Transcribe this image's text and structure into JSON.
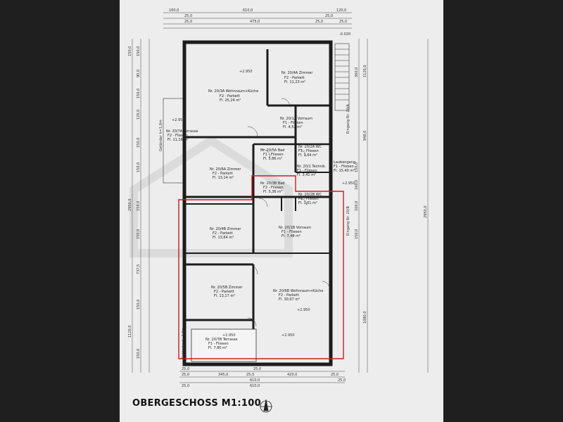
{
  "title": "OBERGESCHOSS M1:100",
  "rooms": [
    {
      "id": "wohnkueche_top",
      "name": "Nr. 20/3A Wohnraum+Küche",
      "floor": "F2 - Parkett",
      "area": "Fl. 25,24 m²"
    },
    {
      "id": "zimmer_top",
      "name": "Nr. 20/4A Zimmer",
      "floor": "F2 - Parkett",
      "area": "Fl. 11,23 m²"
    },
    {
      "id": "vorraum_top",
      "name": "Nr. 20/1A Vorraum",
      "floor": "F1 - Fliesen",
      "area": "Fl. 4,52 m²"
    },
    {
      "id": "terrasse_top",
      "name": "Nr. 20/7A Terrasse",
      "floor": "F2 - Fliesen",
      "area": "Fl. 11,16 m²"
    },
    {
      "id": "zimmer_mid",
      "name": "Nr. 20/6A Zimmer",
      "floor": "F2 - Parkett",
      "area": "Fl. 13,14 m²"
    },
    {
      "id": "bad_top",
      "name": "Nr. 20/5A Bad",
      "floor": "F1 - Fliesen",
      "area": "Fl. 5,86 m²"
    },
    {
      "id": "wc_top",
      "name": "Nr. 20/2A WC",
      "floor": "F1 - Fliesen",
      "area": "Fl. 1,64 m²"
    },
    {
      "id": "laubengang",
      "name": "Laubengang",
      "floor": "F1 - Fliesen",
      "area": "Fl. 15,40 m²"
    },
    {
      "id": "technik",
      "name": "Nr. 20/1 Technik",
      "floor": "F1 - Fliesen",
      "area": "Fl. 3,41 m²"
    },
    {
      "id": "bad_b",
      "name": "Nr. 20/3B Bad",
      "floor": "F2 - Fliesen",
      "area": "Fl. 5,36 m²"
    },
    {
      "id": "wc_b",
      "name": "Nr. 20/2B WC",
      "floor": "F1 - Fliesen",
      "area": "Fl. 1,61 m²"
    },
    {
      "id": "zimmer_b",
      "name": "Nr. 20/4B Zimmer",
      "floor": "F2 - Parkett",
      "area": "Fl. 13,64 m²"
    },
    {
      "id": "vorraum_b",
      "name": "Nr. 20/1B Vorraum",
      "floor": "F1 - Fliesen",
      "area": "Fl. 7,48 m²"
    },
    {
      "id": "zimmer_b2",
      "name": "Nr. 20/5B Zimmer",
      "floor": "F2 - Parkett",
      "area": "Fl. 13,17 m²"
    },
    {
      "id": "wohnkueche_b",
      "name": "Nr. 20/6B Wohnraum+Küche",
      "floor": "F2 - Parkett",
      "area": "Fl. 30,97 m²"
    },
    {
      "id": "terrasse_b",
      "name": "Nr. 20/7B Terrasse",
      "floor": "F1 - Fliesen",
      "area": "Fl. 7,80 m²"
    }
  ],
  "dims_top": [
    "160,0",
    "610,0",
    "120,0",
    "25,0",
    "25,0",
    "475,0",
    "25,0",
    "25,0",
    "25,0"
  ],
  "dims_bottom": [
    "25,0",
    "25,0",
    "345,0",
    "25,0",
    "25,0",
    "420,0",
    "25,0",
    "610,0",
    "25,0",
    "610,0",
    "25,0"
  ],
  "dims_left": [
    "150,0",
    "150,0",
    "90,0",
    "150,0",
    "120,0",
    "150,0",
    "150,0",
    "150,0",
    "150,0",
    "2950,0",
    "737,5",
    "150,0",
    "1120,0",
    "150,0"
  ],
  "dims_right": [
    "1120,0",
    "948,0",
    "360,0",
    "150,0",
    "160,0",
    "160,0",
    "150,0",
    "1080,0",
    "2950,0"
  ],
  "levels": [
    "+2.950",
    "+2.950",
    "+2.950",
    "+2.950",
    "+2.950",
    "+2.950",
    "-0.020"
  ],
  "labels": {
    "eingang_top": "Eingang Nr. 20/A",
    "eingang_bottom": "Eingang Nr. 20/B",
    "gelaender_top": "Geländer h=1,0m",
    "gelaender_bottom": "Geländer h=1,0m"
  },
  "colors": {
    "wall": "#1c1c1c",
    "boundary": "#d11a1a",
    "paper": "#ededed"
  }
}
